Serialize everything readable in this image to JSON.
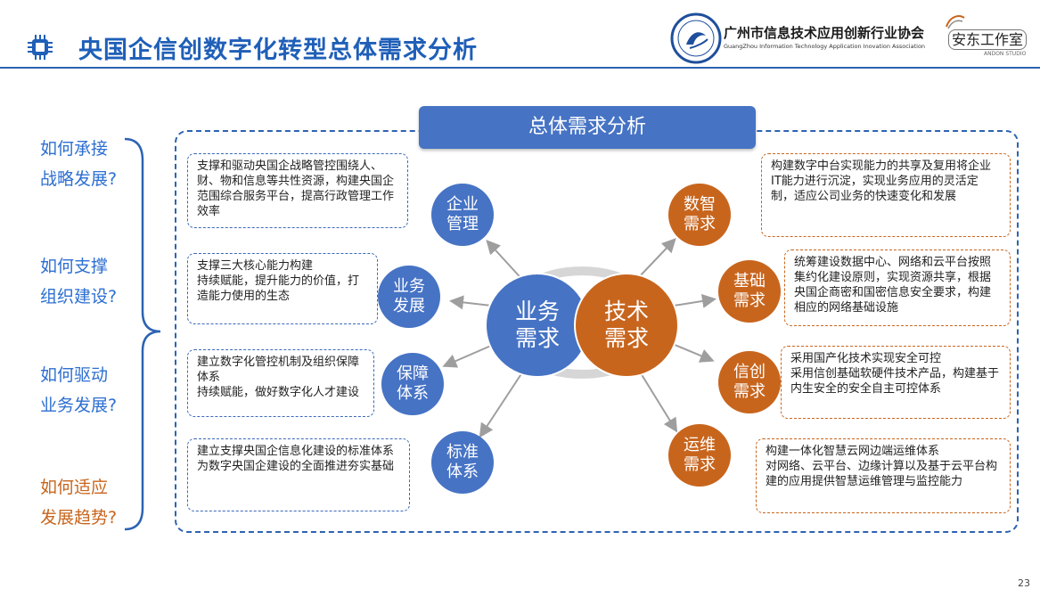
{
  "header": {
    "title": "央国企信创数字化转型总体需求分析",
    "association_name": "广州市信息技术应用创新行业协会",
    "association_subtitle": "GuangZhou Information Technology Application Inovation Association",
    "studio_name": "安东工作室",
    "studio_subtitle": "ANDON STUDIO"
  },
  "questions": [
    {
      "line1": "如何承接",
      "line2": "战略发展?"
    },
    {
      "line1": "如何支撑",
      "line2": "组织建设?"
    },
    {
      "line1": "如何驱动",
      "line2": "业务发展?"
    },
    {
      "line1": "如何适应",
      "line2": "发展趋势?"
    }
  ],
  "panel_title": "总体需求分析",
  "center": {
    "business": {
      "line1": "业务",
      "line2": "需求"
    },
    "tech": {
      "line1": "技术",
      "line2": "需求"
    }
  },
  "business_nodes": [
    {
      "line1": "企业",
      "line2": "管理",
      "desc": "支撑和驱动央国企战略管控围绕人、财、物和信息等共性资源，构建央国企范围综合服务平台，提高行政管理工作效率"
    },
    {
      "line1": "业务",
      "line2": "发展",
      "desc": "支撑三大核心能力构建\n持续赋能，提升能力的价值，打造能力使用的生态"
    },
    {
      "line1": "保障",
      "line2": "体系",
      "desc": "建立数字化管控机制及组织保障体系\n持续赋能，做好数字化人才建设"
    },
    {
      "line1": "标准",
      "line2": "体系",
      "desc": "建立支撑央国企信息化建设的标准体系\n为数字央国企建设的全面推进夯实基础"
    }
  ],
  "tech_nodes": [
    {
      "line1": "数智",
      "line2": "需求",
      "desc": "构建数字中台实现能力的共享及复用将企业IT能力进行沉淀，实现业务应用的灵活定制，适应公司业务的快速变化和发展"
    },
    {
      "line1": "基础",
      "line2": "需求",
      "desc": "统筹建设数据中心、网络和云平台按照集约化建设原则，实现资源共享，根据央国企商密和国密信息安全要求，构建相应的网络基础设施"
    },
    {
      "line1": "信创",
      "line2": "需求",
      "desc": "采用国产化技术实现安全可控\n采用信创基础软硬件技术产品，构建基于内生安全的安全自主可控体系"
    },
    {
      "line1": "运维",
      "line2": "需求",
      "desc": "构建一体化智慧云网边端运维体系\n对网络、云平台、边缘计算以及基于云平台构建的应用提供智慧运维管理与监控能力"
    }
  ],
  "colors": {
    "blue": "#4673c4",
    "orange": "#c8651d",
    "title_blue": "#1f5fb8"
  },
  "page_number": "23"
}
